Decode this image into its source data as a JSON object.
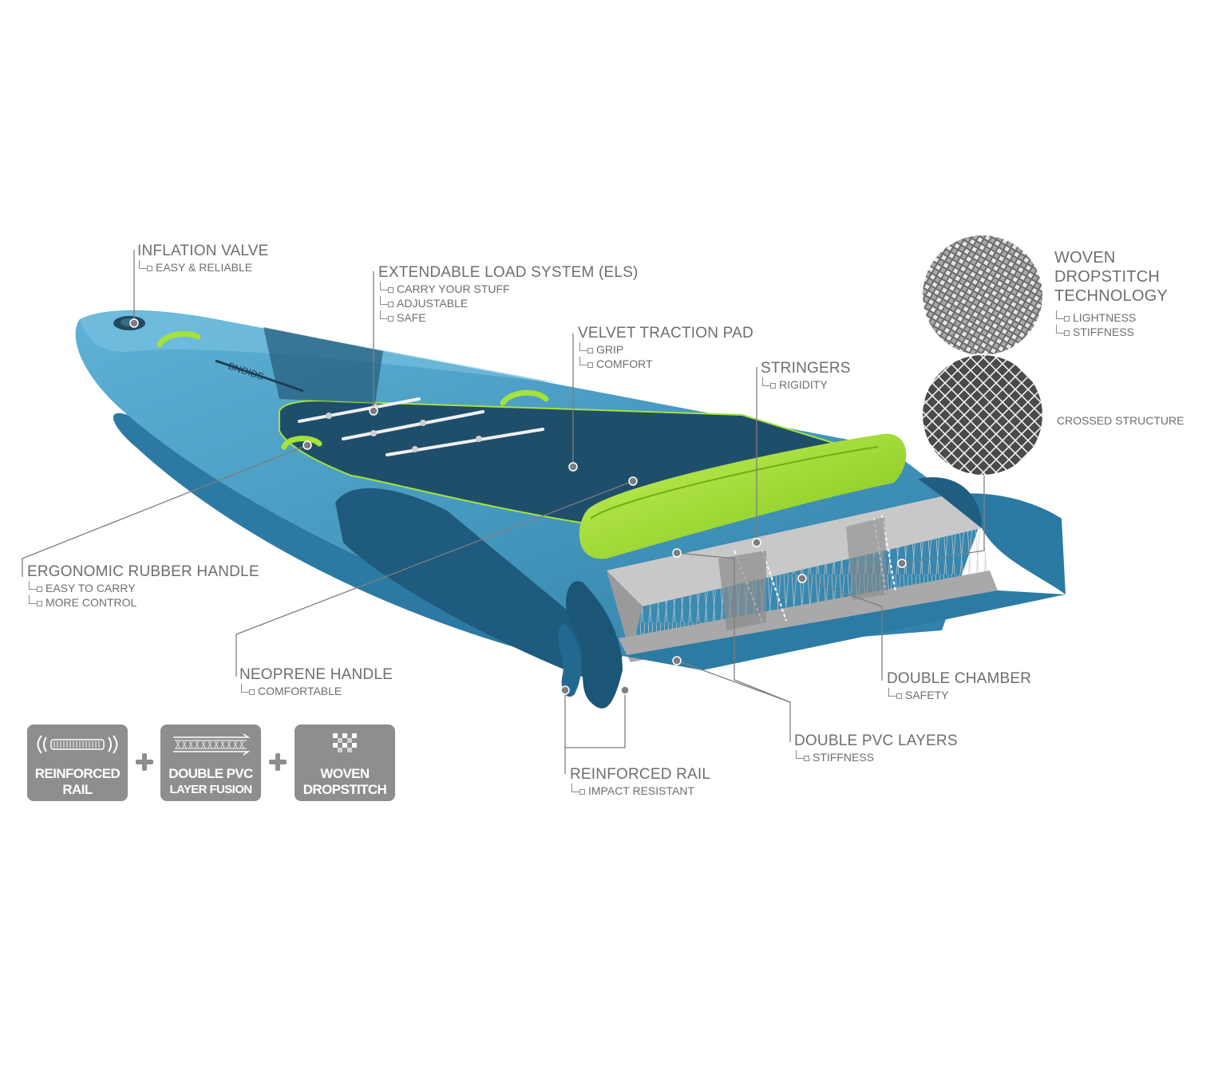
{
  "callouts": {
    "inflation_valve": {
      "title": "INFLATION VALVE",
      "subs": [
        "EASY & RELIABLE"
      ]
    },
    "els": {
      "title": "EXTENDABLE LOAD SYSTEM (ELS)",
      "subs": [
        "CARRY YOUR STUFF",
        "ADJUSTABLE",
        "SAFE"
      ]
    },
    "velvet_pad": {
      "title": "VELVET TRACTION PAD",
      "subs": [
        "GRIP",
        "COMFORT"
      ]
    },
    "stringers": {
      "title": "STRINGERS",
      "subs": [
        "RIGIDITY"
      ]
    },
    "woven": {
      "title_lines": [
        "WOVEN",
        "DROPSTITCH",
        "TECHNOLOGY"
      ],
      "subs": [
        "LIGHTNESS",
        "STIFFNESS"
      ]
    },
    "crossed": {
      "title": "CROSSED STRUCTURE"
    },
    "ergonomic_handle": {
      "title": "ERGONOMIC RUBBER HANDLE",
      "subs": [
        "EASY TO CARRY",
        "MORE CONTROL"
      ]
    },
    "neoprene_handle": {
      "title": "NEOPRENE HANDLE",
      "subs": [
        "COMFORTABLE"
      ]
    },
    "double_chamber": {
      "title": "DOUBLE CHAMBER",
      "subs": [
        "SAFETY"
      ]
    },
    "double_pvc": {
      "title": "DOUBLE PVC LAYERS",
      "subs": [
        "STIFFNESS"
      ]
    },
    "reinforced_rail": {
      "title": "REINFORCED RAIL",
      "subs": [
        "IMPACT RESISTANT"
      ]
    }
  },
  "badges": [
    {
      "lines": [
        "REINFORCED",
        "RAIL"
      ]
    },
    {
      "lines": [
        "DOUBLE PVC",
        "LAYER FUSION"
      ]
    },
    {
      "lines": [
        "WOVEN",
        "DROPSTITCH"
      ]
    }
  ],
  "colors": {
    "board_blue": "#3a8fb7",
    "board_light": "#56a9cf",
    "deck_navy": "#1e4d6a",
    "lime": "#a4e23c",
    "text_gray": "#6d6e71",
    "badge_gray": "#8e8e8e"
  }
}
